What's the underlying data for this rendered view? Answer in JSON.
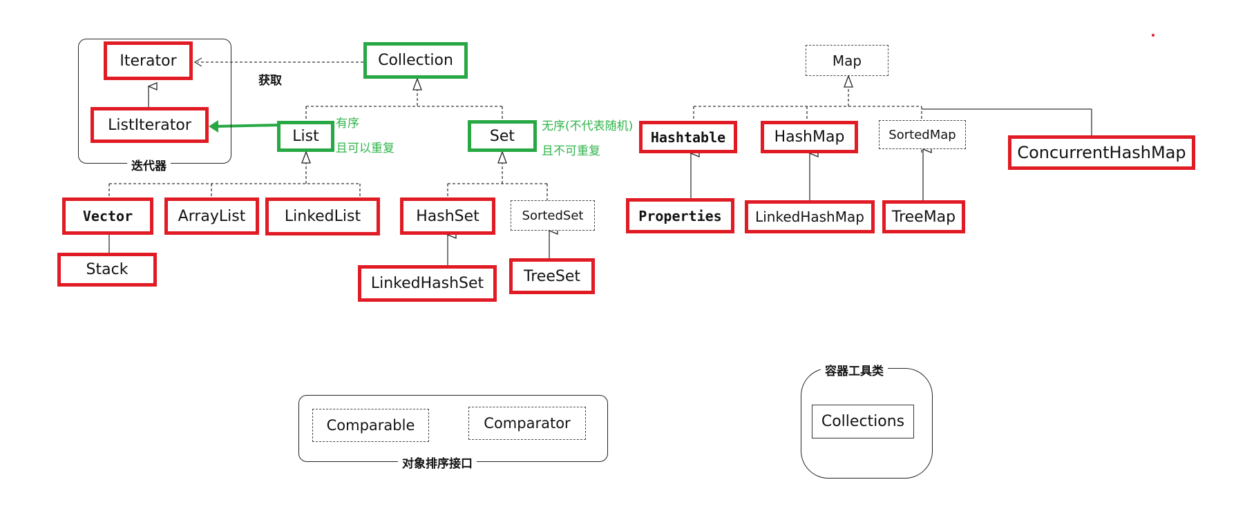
{
  "title": "",
  "groups": {
    "iterator_caption": "迭代器",
    "sort_caption": "对象排序接口",
    "tools_caption": "容器工具类"
  },
  "edge_label_get": "获取",
  "notes": {
    "list_line1": "有序",
    "list_line2": "且可以重复",
    "set_line1": "无序(不代表随机)",
    "set_line2": "且不可重复"
  },
  "nodes": {
    "iterator": "Iterator",
    "list_iterator": "ListIterator",
    "collection": "Collection",
    "list": "List",
    "set": "Set",
    "vector": "Vector",
    "array_list": "ArrayList",
    "linked_list": "LinkedList",
    "stack": "Stack",
    "hash_set": "HashSet",
    "sorted_set": "SortedSet",
    "linked_hash_set": "LinkedHashSet",
    "tree_set": "TreeSet",
    "map": "Map",
    "hashtable": "Hashtable",
    "hash_map": "HashMap",
    "sorted_map": "SortedMap",
    "concurrent_hash_map": "ConcurrentHashMap",
    "properties": "Properties",
    "linked_hash_map": "LinkedHashMap",
    "tree_map": "TreeMap",
    "comparable": "Comparable",
    "comparator": "Comparator",
    "collections": "Collections"
  },
  "colors": {
    "highlight_red": "#e01b24",
    "highlight_green": "#27a844",
    "note_green": "#2fb44a"
  }
}
